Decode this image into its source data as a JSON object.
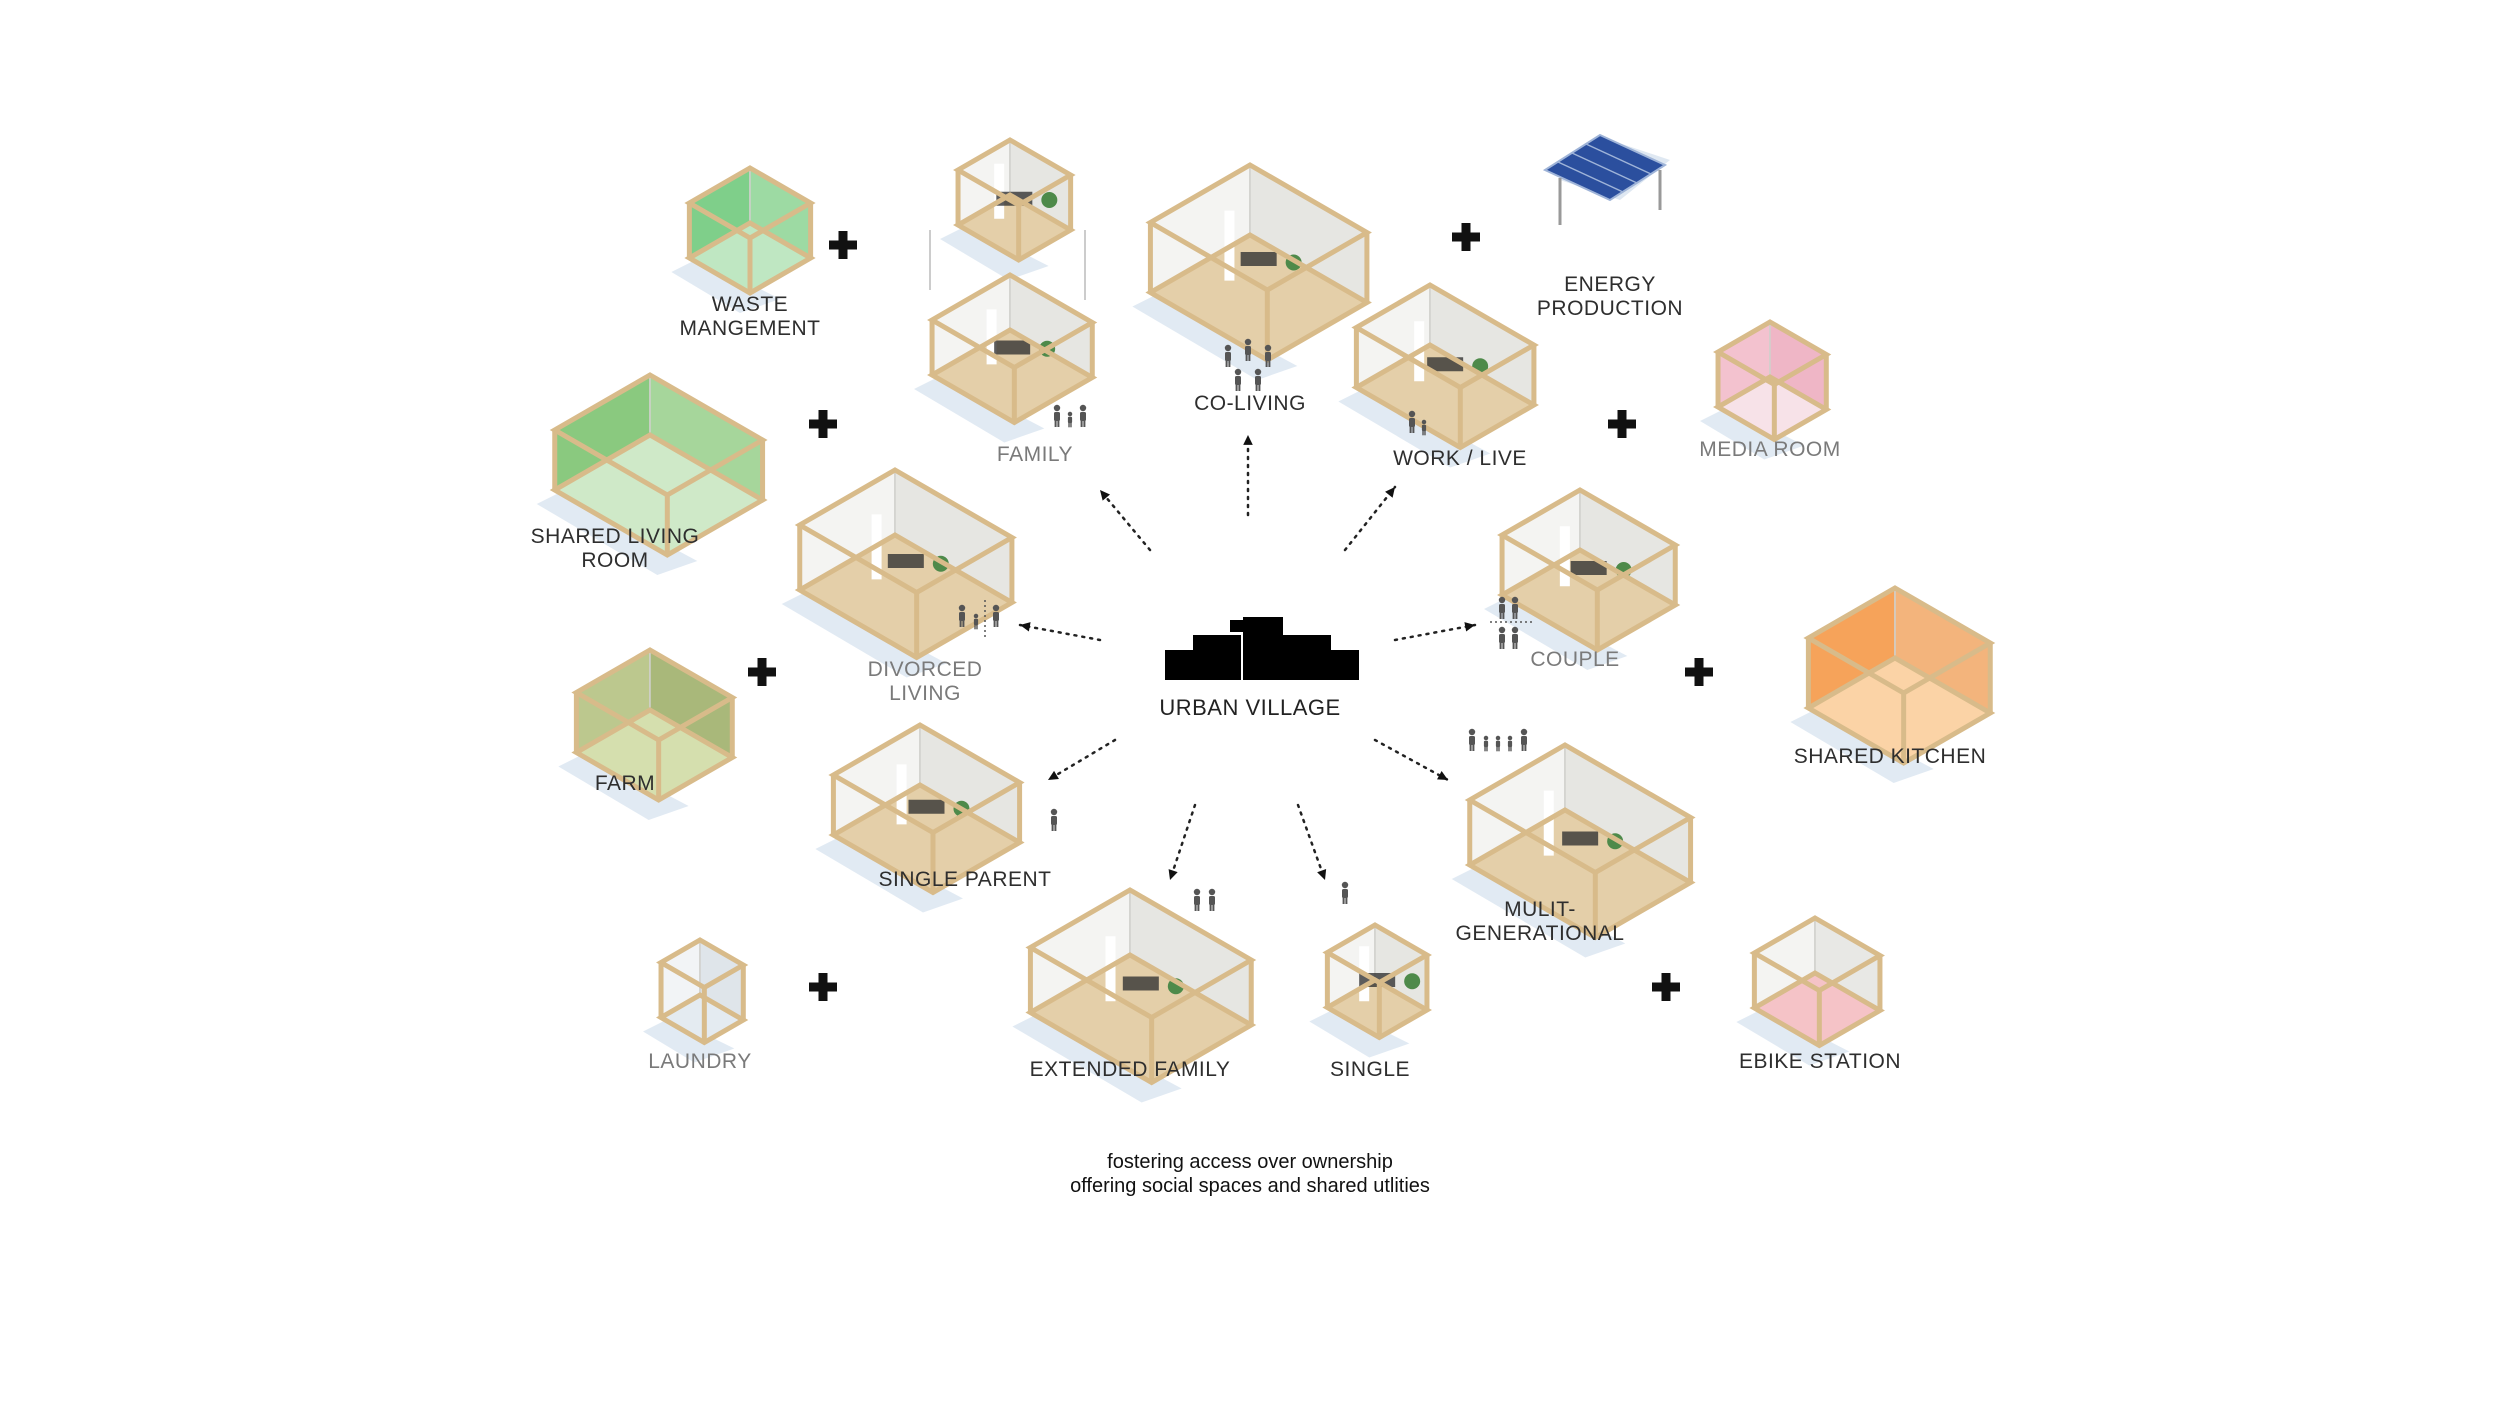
{
  "center": {
    "label": "URBAN VILLAGE"
  },
  "household_types": {
    "family": "FAMILY",
    "co_living": "CO-LIVING",
    "work_live": "WORK / LIVE",
    "divorced_living": "DIVORCED\nLIVING",
    "couple": "COUPLE",
    "single_parent": "SINGLE PARENT",
    "multi_generational": "MULIT-\nGENERATIONAL",
    "extended_family": "EXTENDED FAMILY",
    "single": "SINGLE"
  },
  "shared_amenities": {
    "waste_management": "WASTE\nMANGEMENT",
    "energy_production": "ENERGY\nPRODUCTION",
    "shared_living_room": "SHARED LIVING\nROOM",
    "media_room": "MEDIA ROOM",
    "farm": "FARM",
    "shared_kitchen": "SHARED KITCHEN",
    "laundry": "LAUNDRY",
    "ebike_station": "EBIKE STATION"
  },
  "caption": {
    "line1": "fostering access over ownership",
    "line2": "offering social spaces and shared utlities"
  },
  "colors": {
    "wood": "#e4cfa9",
    "wall": "#f4f4f2",
    "green": "#7fcf8a",
    "solar": "#2b4f9e",
    "pink": "#f3c2cf",
    "orange": "#f6a35a",
    "red": "#d9434f"
  }
}
